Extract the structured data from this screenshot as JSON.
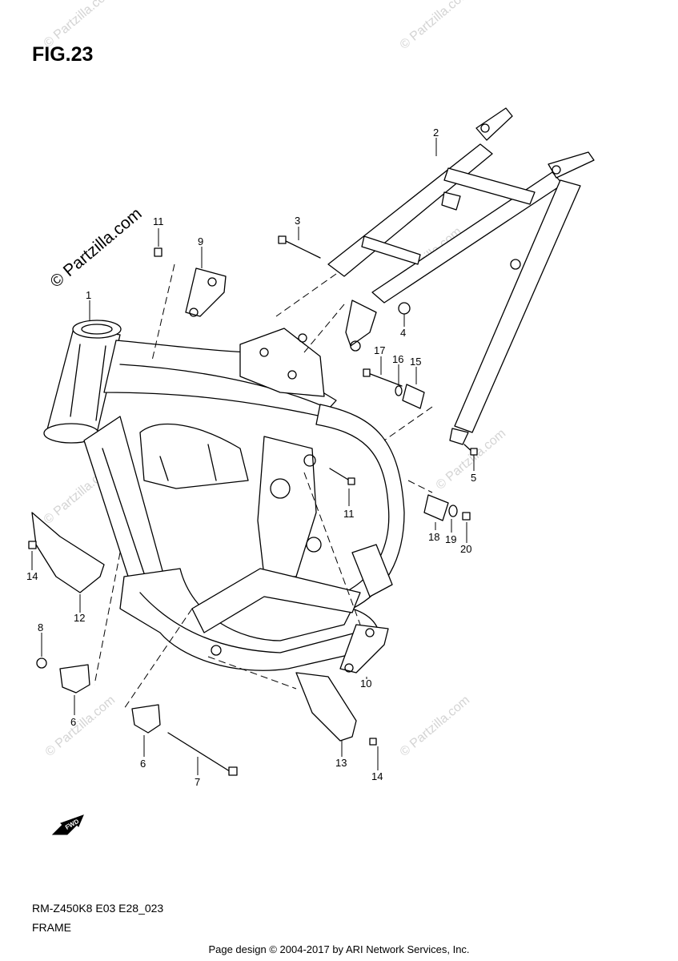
{
  "figure": {
    "title": "FIG.23"
  },
  "watermark": {
    "text": "© Partzilla.com"
  },
  "callouts": [
    {
      "id": "c1",
      "label": "1"
    },
    {
      "id": "c2",
      "label": "2"
    },
    {
      "id": "c3",
      "label": "3"
    },
    {
      "id": "c4",
      "label": "4"
    },
    {
      "id": "c5",
      "label": "5"
    },
    {
      "id": "c6a",
      "label": "6"
    },
    {
      "id": "c6b",
      "label": "6"
    },
    {
      "id": "c7",
      "label": "7"
    },
    {
      "id": "c8",
      "label": "8"
    },
    {
      "id": "c9",
      "label": "9"
    },
    {
      "id": "c10",
      "label": "10"
    },
    {
      "id": "c11a",
      "label": "11"
    },
    {
      "id": "c11b",
      "label": "11"
    },
    {
      "id": "c12",
      "label": "12"
    },
    {
      "id": "c13",
      "label": "13"
    },
    {
      "id": "c14a",
      "label": "14"
    },
    {
      "id": "c14b",
      "label": "14"
    },
    {
      "id": "c15",
      "label": "15"
    },
    {
      "id": "c16",
      "label": "16"
    },
    {
      "id": "c17",
      "label": "17"
    },
    {
      "id": "c18",
      "label": "18"
    },
    {
      "id": "c19",
      "label": "19"
    },
    {
      "id": "c20",
      "label": "20"
    }
  ],
  "direction_badge": {
    "label": "FWD",
    "icon": "fwd-arrow-icon"
  },
  "footer": {
    "code": "RM-Z450K8 E03 E28_023",
    "name": "FRAME",
    "credit": "Page design © 2004-2017 by ARI Network Services, Inc."
  }
}
